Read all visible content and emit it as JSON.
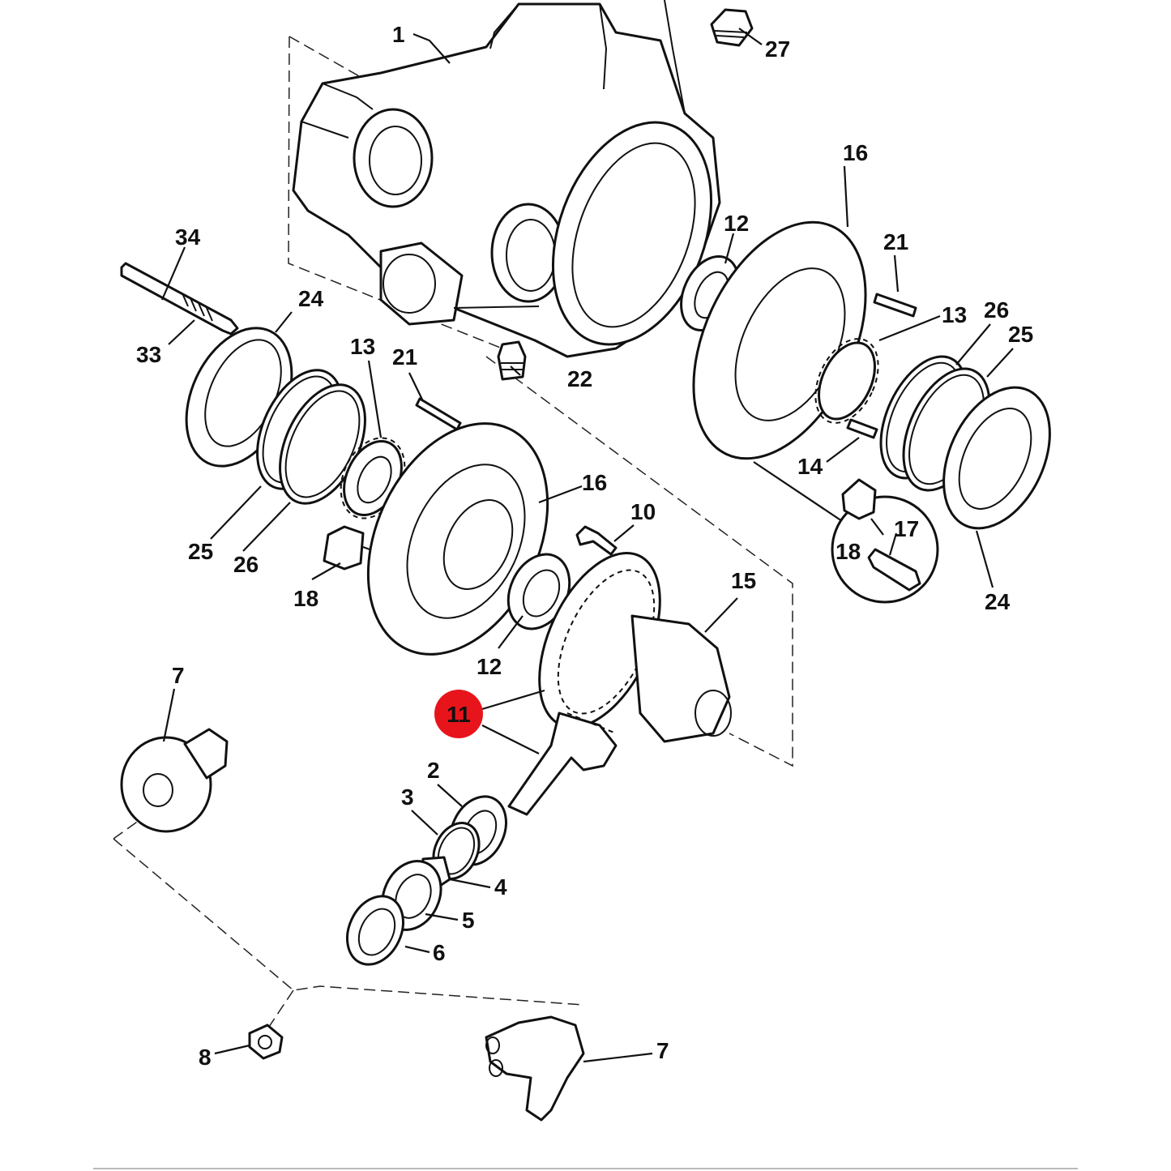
{
  "labels": {
    "l1": "1",
    "l2": "2",
    "l3": "3",
    "l4": "4",
    "l5": "5",
    "l6": "6",
    "l7a": "7",
    "l7b": "7",
    "l8": "8",
    "l10": "10",
    "l11": "11",
    "l12a": "12",
    "l12b": "12",
    "l13a": "13",
    "l13b": "13",
    "l14": "14",
    "l15": "15",
    "l16a": "16",
    "l16b": "16",
    "l17": "17",
    "l18a": "18",
    "l18b": "18",
    "l21a": "21",
    "l21b": "21",
    "l22": "22",
    "l24a": "24",
    "l24b": "24",
    "l25a": "25",
    "l25b": "25",
    "l26a": "26",
    "l26b": "26",
    "l27": "27",
    "l33": "33",
    "l34": "34"
  },
  "highlight": {
    "color": "#e8141b",
    "part": "11"
  }
}
